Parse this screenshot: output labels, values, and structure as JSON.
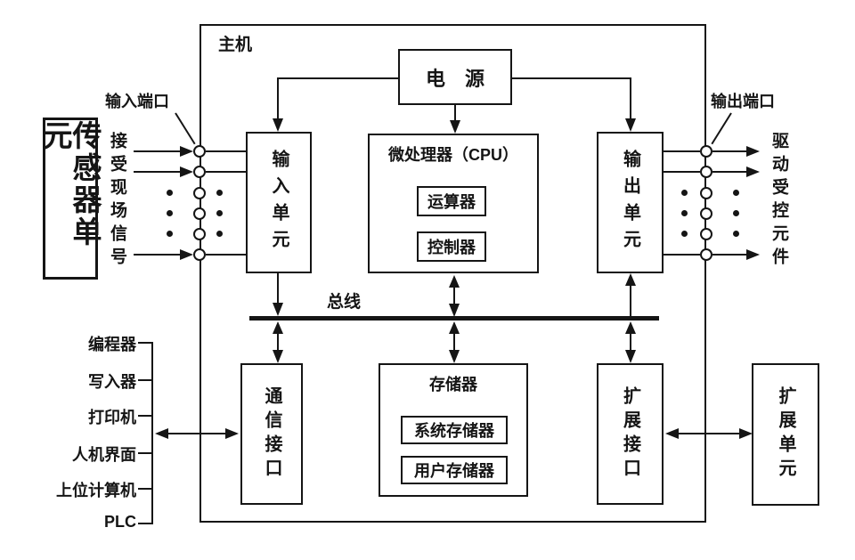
{
  "colors": {
    "ink": "#151515",
    "bg": "#ffffff"
  },
  "labels": {
    "main_box": "主机",
    "power": "电　源",
    "input_unit": "输入单元",
    "cpu_title": "微处理器（CPU）",
    "alu": "运算器",
    "controller": "控制器",
    "output_unit": "输出单元",
    "bus": "总线",
    "comm_interface": "通信接口",
    "memory": "存储器",
    "system_memory": "系统存储器",
    "user_memory": "用户存储器",
    "expansion_interface": "扩展接口",
    "expansion_unit": "扩展单元",
    "sensor_unit": "传感器单元",
    "input_port": "输入端口",
    "output_port": "输出端口",
    "input_signal": "接受现场信号",
    "output_target": "驱动受控元件"
  },
  "peripherals": [
    "编程器",
    "写入器",
    "打印机",
    "人机界面",
    "上位计算机",
    "PLC"
  ]
}
